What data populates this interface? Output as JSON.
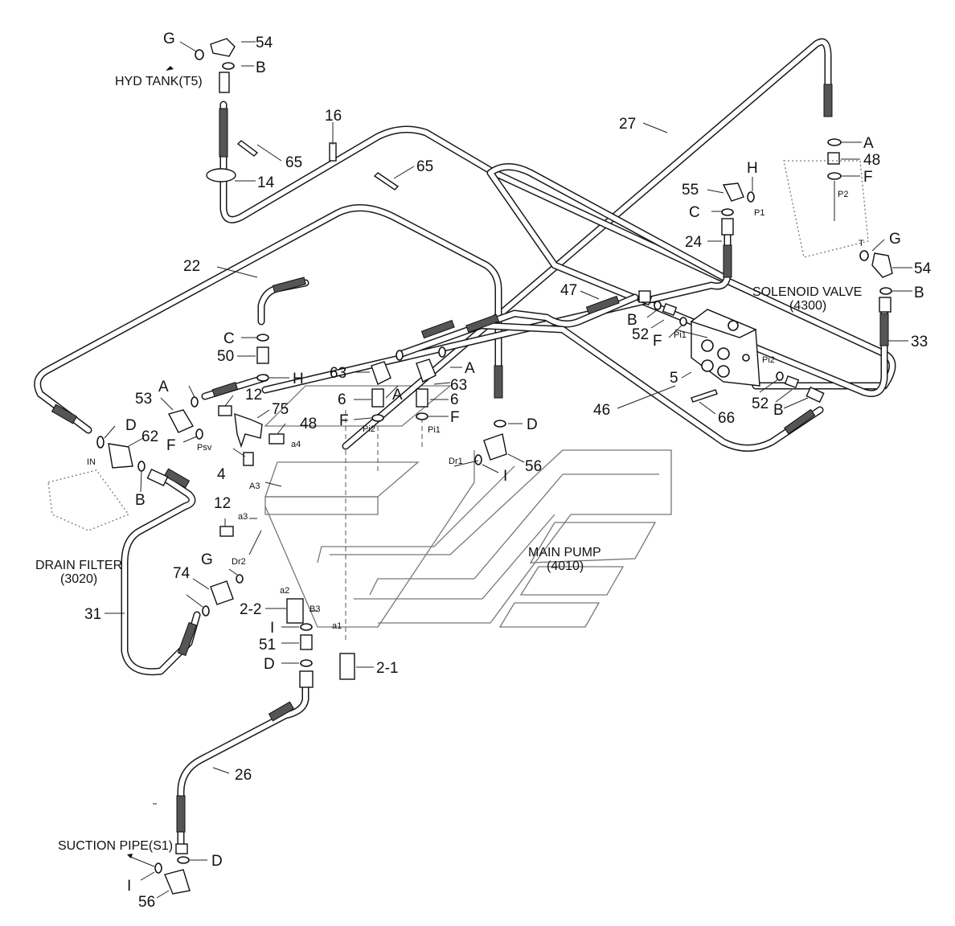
{
  "diagram": {
    "part_numbers": [
      "54",
      "65",
      "16",
      "14",
      "65",
      "27",
      "48",
      "55",
      "24",
      "22",
      "47",
      "52",
      "50",
      "63",
      "63",
      "12",
      "53",
      "75",
      "48",
      "6",
      "6",
      "5",
      "46",
      "52",
      "66",
      "62",
      "56",
      "4",
      "12",
      "74",
      "2-2",
      "51",
      "2-1",
      "31",
      "26",
      "56",
      "33",
      "54"
    ],
    "letter_labels": [
      "G",
      "B",
      "A",
      "F",
      "G",
      "B",
      "H",
      "C",
      "C",
      "H",
      "A",
      "A",
      "B",
      "F",
      "A",
      "D",
      "F",
      "F",
      "F",
      "B",
      "D",
      "I",
      "B",
      "G",
      "I",
      "D",
      "D",
      "I"
    ],
    "components": {
      "hyd_tank": "HYD TANK(T5)",
      "solenoid_valve": "SOLENOID VALVE",
      "solenoid_valve_no": "(4300)",
      "drain_filter": "DRAIN FILTER",
      "drain_filter_no": "(3020)",
      "main_pump": "MAIN PUMP",
      "main_pump_no": "(4010)",
      "suction_pipe": "SUCTION PIPE(S1)"
    },
    "port_labels": [
      "P1",
      "P2",
      "T",
      "Pi1",
      "Pi2",
      "Pi2",
      "Pi1",
      "Psv",
      "a4",
      "A3",
      "Dr1",
      "a3",
      "Dr2",
      "a2",
      "B3",
      "a1",
      "IN"
    ]
  }
}
